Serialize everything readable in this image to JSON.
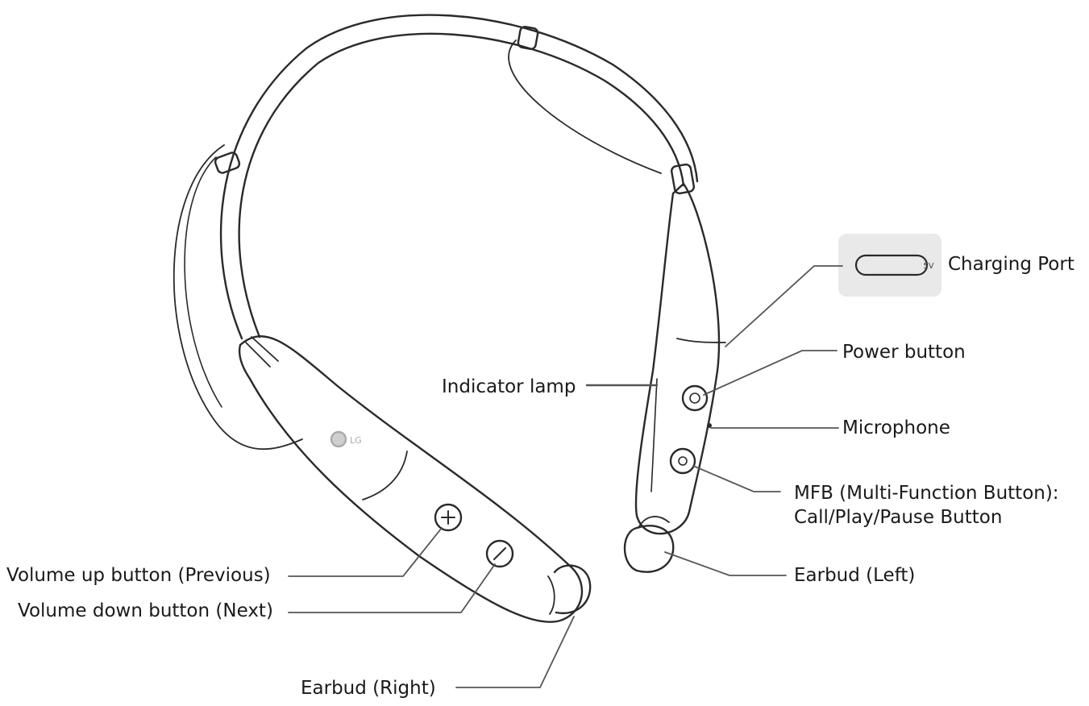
{
  "labels": {
    "charging_port": "Charging Port",
    "power_button": "Power button",
    "indicator_lamp": "Indicator lamp",
    "microphone": "Microphone",
    "mfb_line1": "MFB (Multi-Function Button):",
    "mfb_line2": "Call/Play/Pause Button",
    "earbud_left": "Earbud (Left)",
    "volume_up": "Volume up button (Previous)",
    "volume_down": "Volume down button (Next)",
    "earbud_right": "Earbud (Right)"
  },
  "device": {
    "logo": "LG",
    "port_marking": "5V"
  },
  "colors": {
    "line": "#2a2a2a",
    "leader": "#555555",
    "inset_bg": "#e9e9e9"
  }
}
